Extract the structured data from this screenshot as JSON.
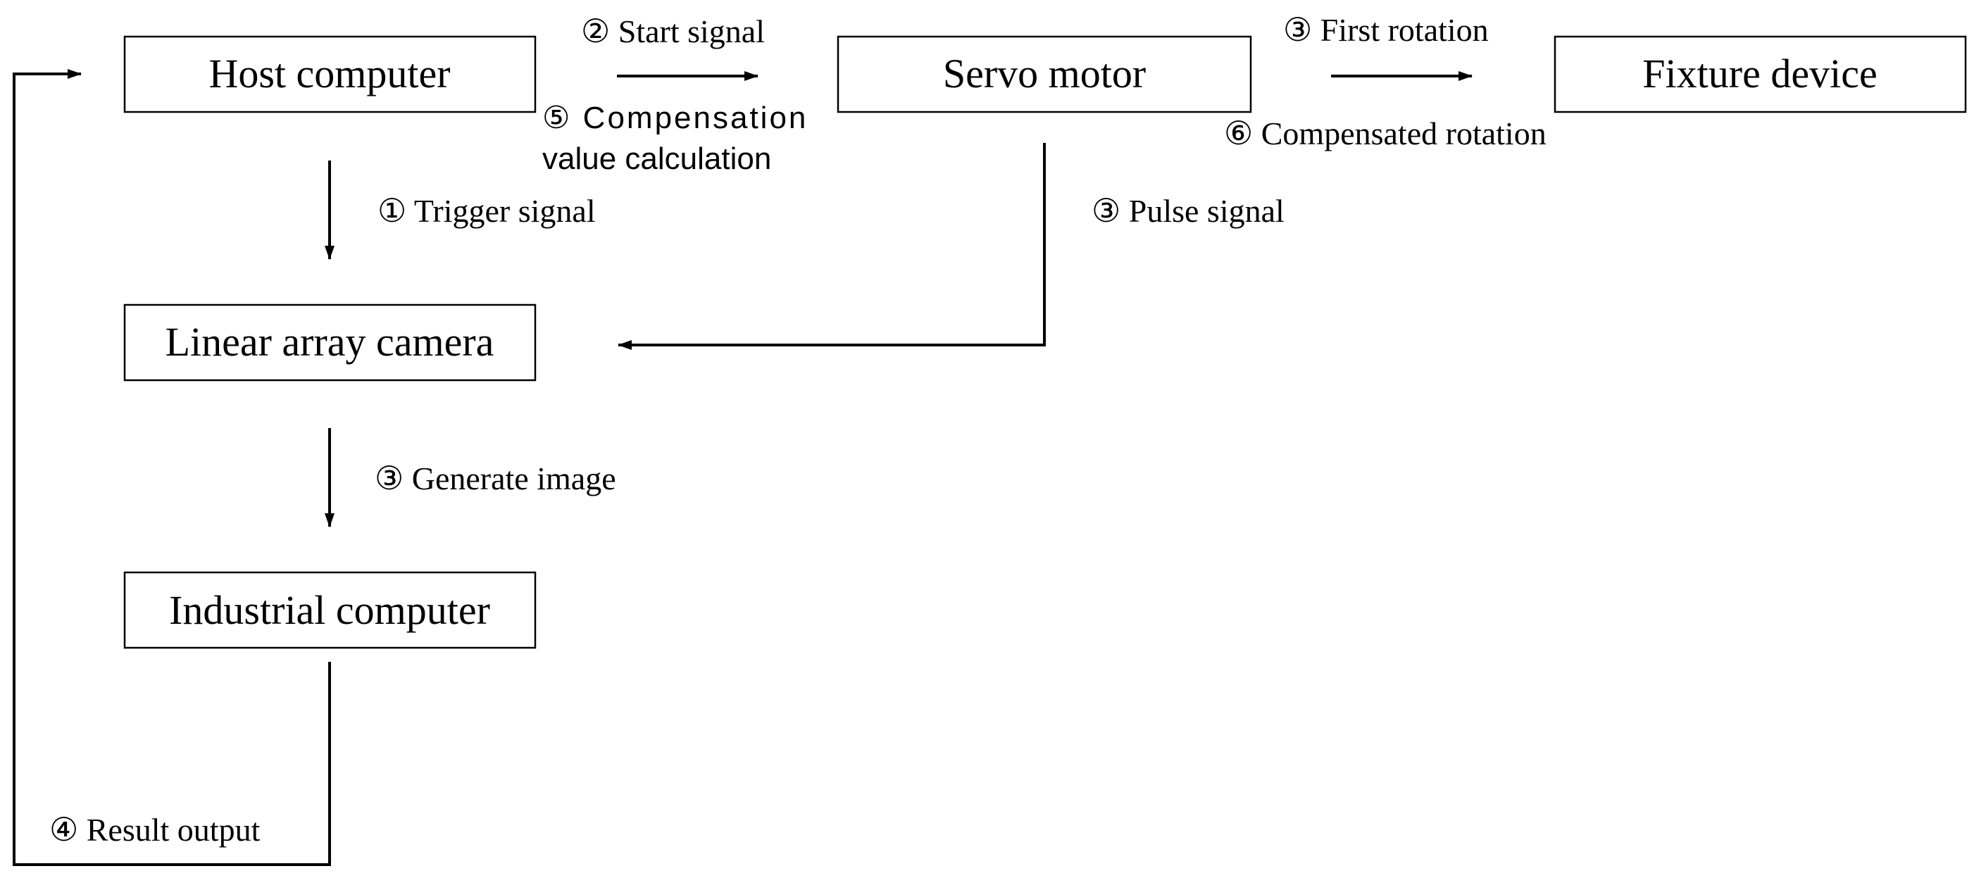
{
  "nodes": {
    "host_computer": "Host computer",
    "servo_motor": "Servo motor",
    "fixture_device": "Fixture device",
    "linear_array_camera": "Linear array camera",
    "industrial_computer": "Industrial computer"
  },
  "edges": {
    "start_signal": "② Start signal",
    "compensation_line1": "⑤ Compensation",
    "compensation_line2": "value calculation",
    "first_rotation": "③ First rotation",
    "compensated_rotation": "⑥ Compensated rotation",
    "trigger_signal": "① Trigger signal",
    "pulse_signal": "③ Pulse signal",
    "generate_image": "③ Generate image",
    "result_output": "④ Result output"
  },
  "colors": {
    "stroke": "#000000",
    "background": "#ffffff"
  }
}
